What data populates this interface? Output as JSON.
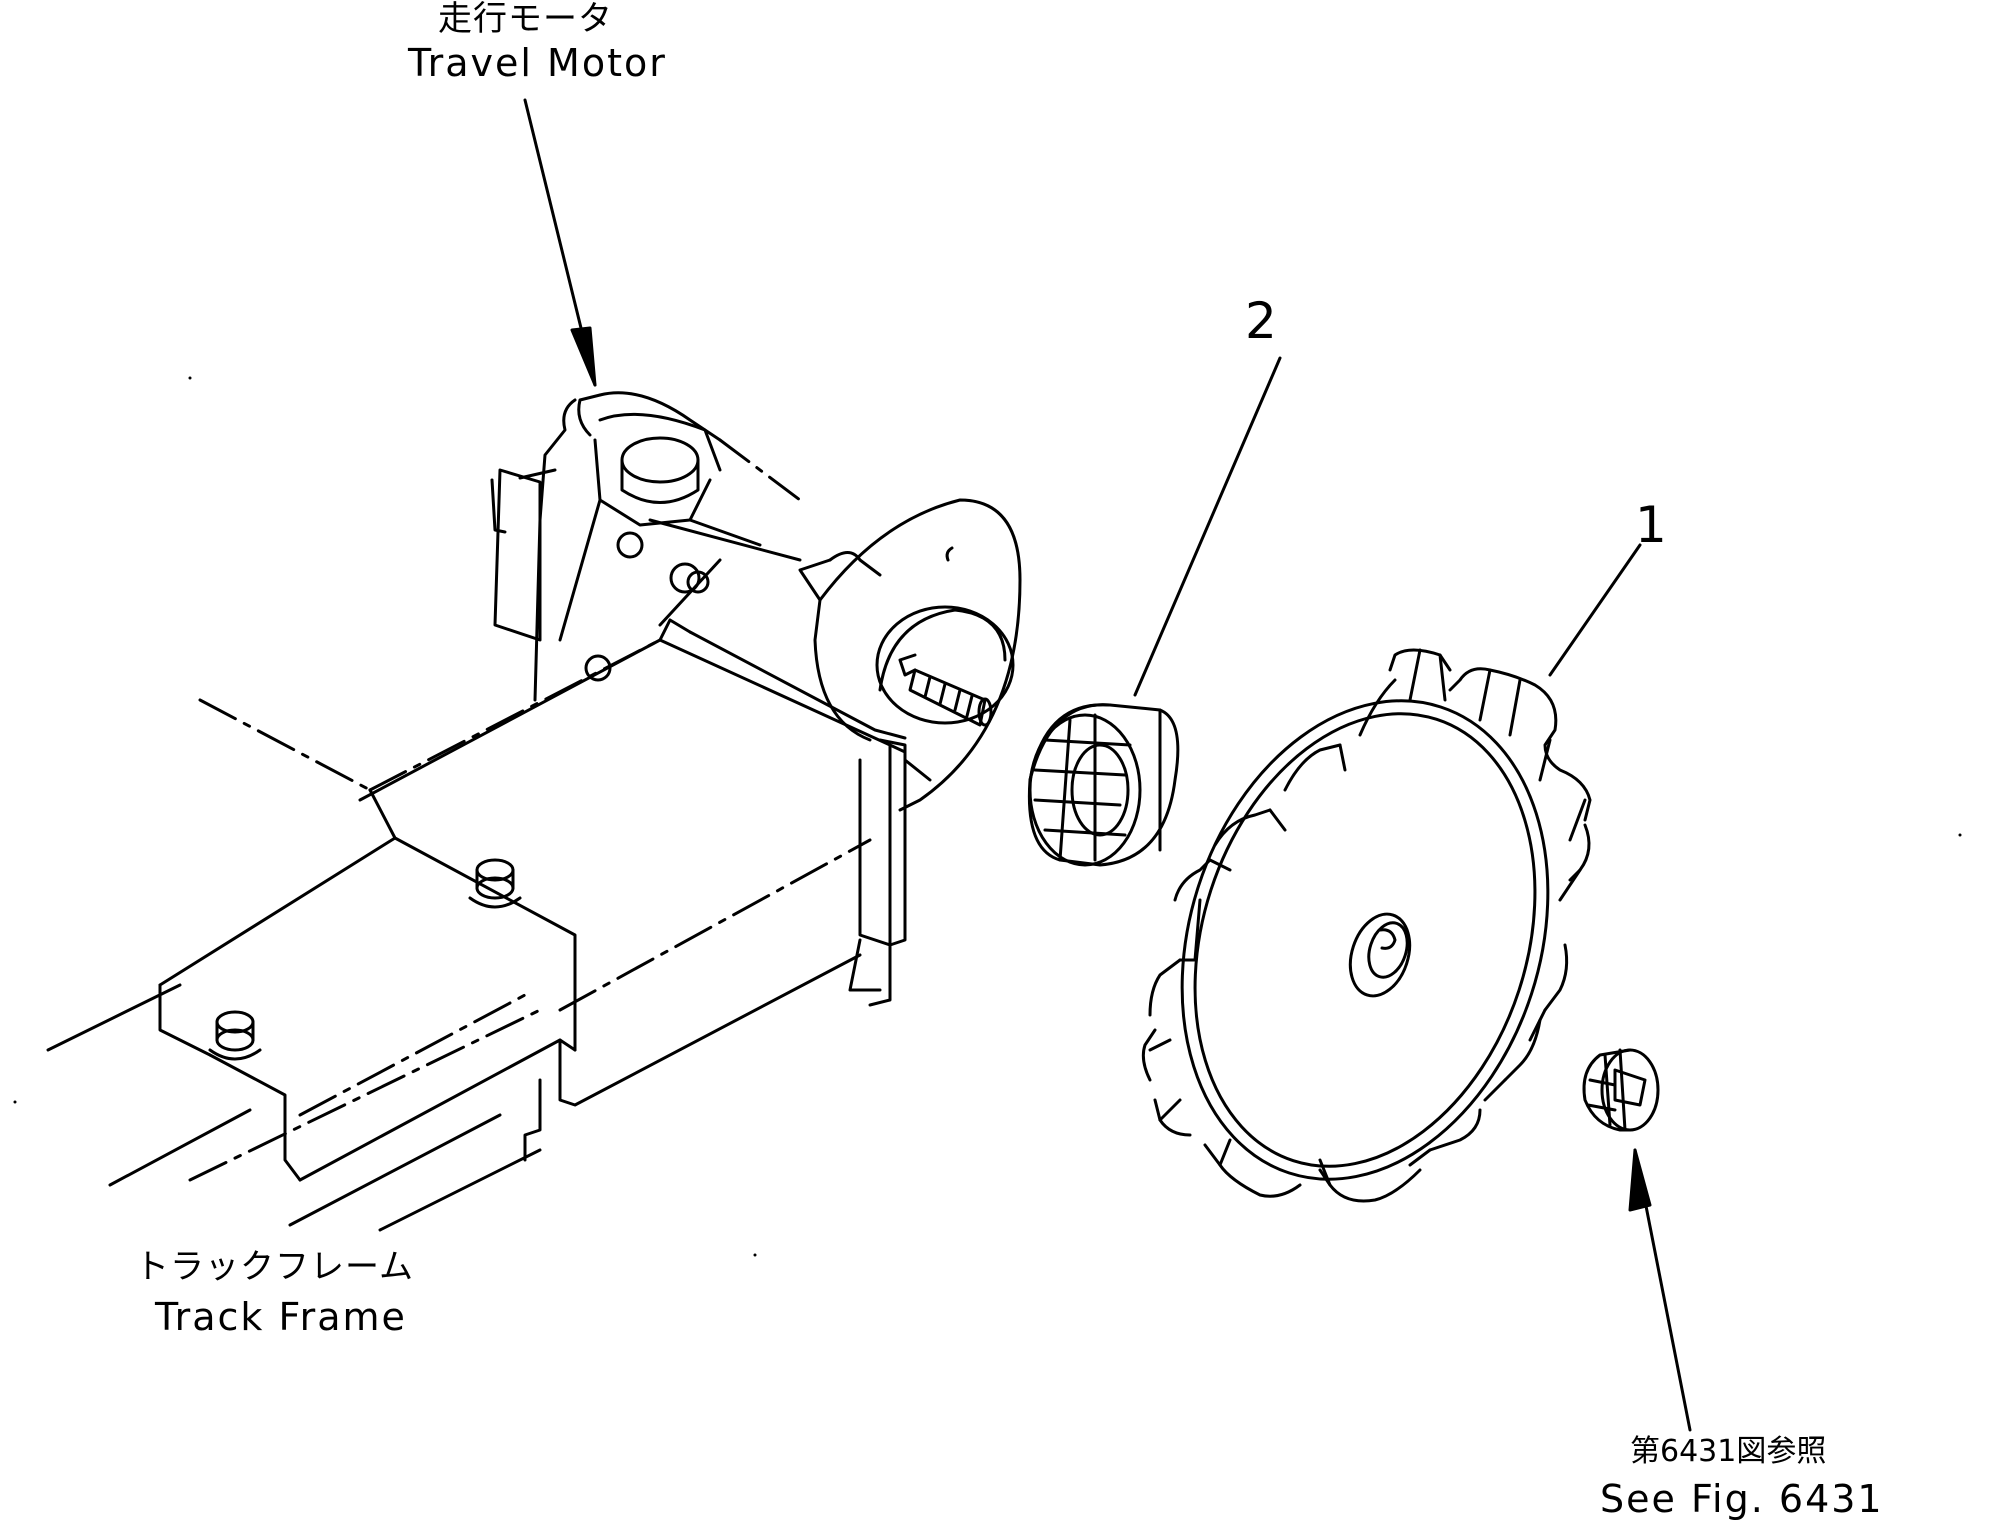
{
  "labels": {
    "travel_motor_jp": "走行モータ",
    "travel_motor_en": "Travel Motor",
    "track_frame_jp": "トラックフレーム",
    "track_frame_en": "Track Frame",
    "callout_1": "1",
    "callout_2": "2",
    "ref_jp": "第6431図参照",
    "ref_en": "See Fig. 6431"
  }
}
